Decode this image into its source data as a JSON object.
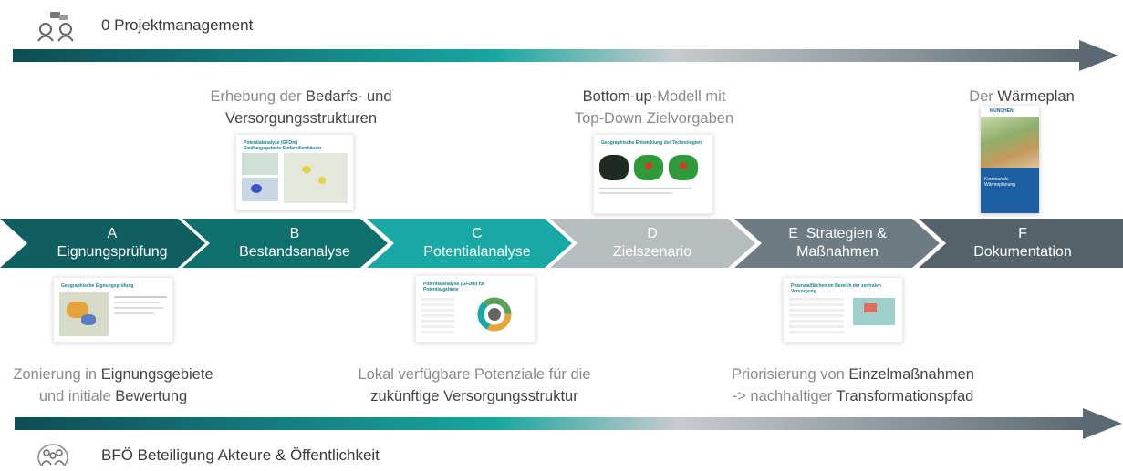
{
  "top_track": {
    "label": "0 Projektmanagement",
    "icon": "discussion-people-icon",
    "gradient": [
      "#0f4c55",
      "#18a6a0",
      "#c8cbcc",
      "#5b6a72"
    ]
  },
  "bottom_track": {
    "label": "BFÖ Beteiligung Akteure & Öffentlichkeit",
    "icon": "group-participation-icon",
    "gradient": [
      "#0f4c55",
      "#18a6a0",
      "#c8cbcc",
      "#5b6a72"
    ]
  },
  "stages": [
    {
      "letter": "A",
      "name": "Eignungsprüfung",
      "color": "#0f5f61"
    },
    {
      "letter": "B",
      "name": "Bestandsanalyse",
      "color": "#0f6f6d"
    },
    {
      "letter": "C",
      "name": "Potentialanalyse",
      "color": "#19a9a4"
    },
    {
      "letter": "D",
      "name": "Zielszenario",
      "color": "#b7bcbf"
    },
    {
      "letter": "E",
      "name": "Strategien &",
      "name2": "Maßnahmen",
      "color": "#6e7b82"
    },
    {
      "letter": "F",
      "name": "Dokumentation",
      "color": "#56626a"
    }
  ],
  "captions": {
    "b": {
      "pre": "Erhebung der ",
      "bold": "Bedarfs- und",
      "line2": "Versorgungsstrukturen"
    },
    "d": {
      "bold": "Bottom-up",
      "post": "-Modell mit",
      "line2": "Top-Down Zielvorgaben"
    },
    "f": {
      "pre": "Der ",
      "bold": "Wärmeplan"
    },
    "a": {
      "pre": "Zonierung in ",
      "bold": "Eignungsgebiete",
      "line2_pre": "und initiale ",
      "line2_bold": "Bewertung"
    },
    "c": {
      "line1": "Lokal verfügbare Potenziale für die",
      "line2_bold": "zukünftige Versorgungsstruktur"
    },
    "e": {
      "pre": "Priorisierung von ",
      "bold": "Einzelmaßnahmen",
      "line2_pre": "-> nachhaltiger ",
      "line2_bold": "Transformationspfad"
    }
  },
  "thumbs": {
    "b_title": "Potentialanalyse (GFDm) Siedlungsgebiete Einfamilienhäuser",
    "d_title": "Geographische Entwicklung der Technologien",
    "f_logo": "MÜNCHEN",
    "f_title": "Kommunale Wärmeplanung",
    "a_title": "Geographische Eignungsprüfung",
    "c_title": "Potentialanalyse (GFDm) für Potentialgebiete",
    "e_title": "Potenzialflächen im Bereich der zentralen Versorgung"
  }
}
